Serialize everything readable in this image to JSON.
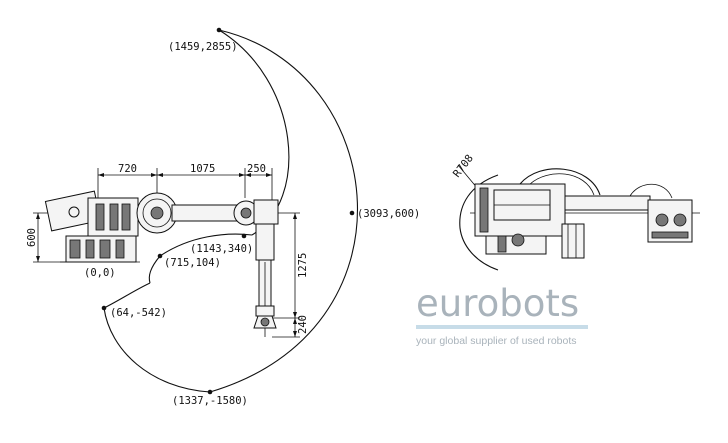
{
  "points": {
    "p_top": "(1459,2855)",
    "p_right": "(3093,600)",
    "p_wrist": "(1143,340)",
    "p_inner": "(715,104)",
    "p_origin": "(0,0)",
    "p_left_low": "(64,-542)",
    "p_bottom": "(1337,-1580)"
  },
  "dimensions": {
    "d_720": "720",
    "d_1075": "1075",
    "d_250": "250",
    "d_600": "600",
    "d_1275": "1275",
    "d_240": "240"
  },
  "side_view": {
    "radius_label": "R708"
  },
  "brand": {
    "name": "eurobots",
    "tagline": "your global supplier of used robots",
    "text_color": "#a9b3bb",
    "line_color": "#c7dce8"
  }
}
